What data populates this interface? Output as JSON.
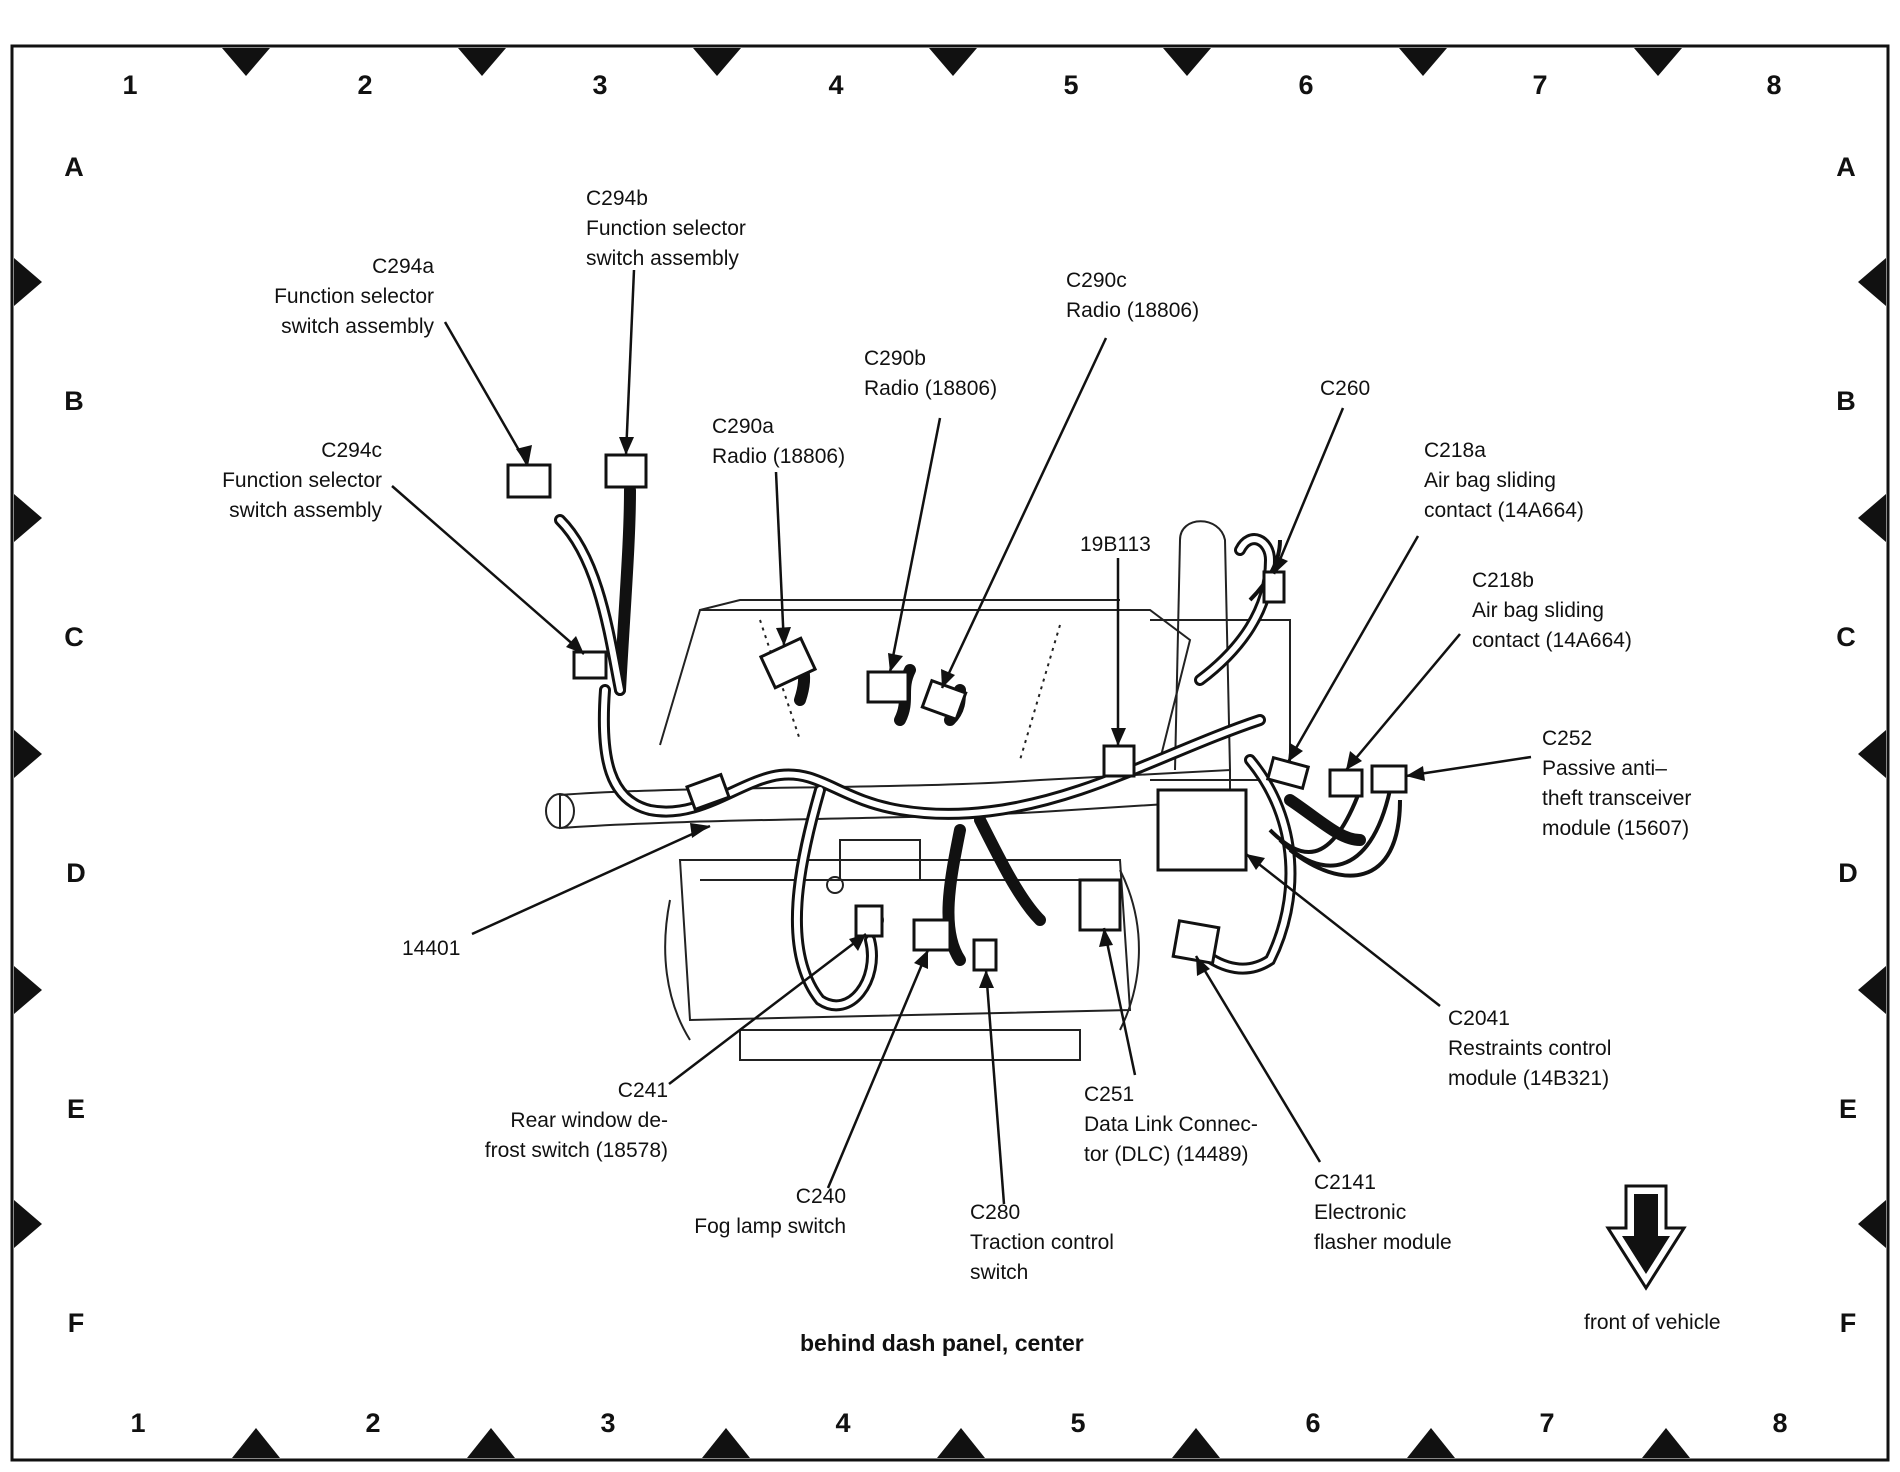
{
  "grid": {
    "columns": [
      "1",
      "2",
      "3",
      "4",
      "5",
      "6",
      "7",
      "8"
    ],
    "rows": [
      "A",
      "B",
      "C",
      "D",
      "E",
      "F"
    ]
  },
  "caption": "behind dash panel, center",
  "front_label": "front of vehicle",
  "callouts": {
    "c294a": {
      "id": "C294a",
      "l1": "Function selector",
      "l2": "switch assembly"
    },
    "c294b": {
      "id": "C294b",
      "l1": "Function selector",
      "l2": "switch assembly"
    },
    "c294c": {
      "id": "C294c",
      "l1": "Function selector",
      "l2": "switch assembly"
    },
    "c290a": {
      "id": "C290a",
      "l1": "Radio (18806)"
    },
    "c290b": {
      "id": "C290b",
      "l1": "Radio (18806)"
    },
    "c290c": {
      "id": "C290c",
      "l1": "Radio (18806)"
    },
    "c260": {
      "id": "C260"
    },
    "c218a": {
      "id": "C218a",
      "l1": "Air bag sliding",
      "l2": "contact (14A664)"
    },
    "c218b": {
      "id": "C218b",
      "l1": "Air bag sliding",
      "l2": "contact (14A664)"
    },
    "c252": {
      "id": "C252",
      "l1": "Passive anti–",
      "l2": "theft transceiver",
      "l3": "module (15607)"
    },
    "n19b113": {
      "id": "19B113"
    },
    "n14401": {
      "id": "14401"
    },
    "c2041": {
      "id": "C2041",
      "l1": "Restraints control",
      "l2": "module (14B321)"
    },
    "c241": {
      "id": "C241",
      "l1": "Rear window de-",
      "l2": "frost switch (18578)"
    },
    "c251": {
      "id": "C251",
      "l1": "Data Link Connec-",
      "l2": "tor (DLC) (14489)"
    },
    "c2141": {
      "id": "C2141",
      "l1": "Electronic",
      "l2": "flasher module"
    },
    "c240": {
      "id": "C240",
      "l1": "Fog lamp switch"
    },
    "c280": {
      "id": "C280",
      "l1": "Traction control",
      "l2": "switch"
    }
  }
}
